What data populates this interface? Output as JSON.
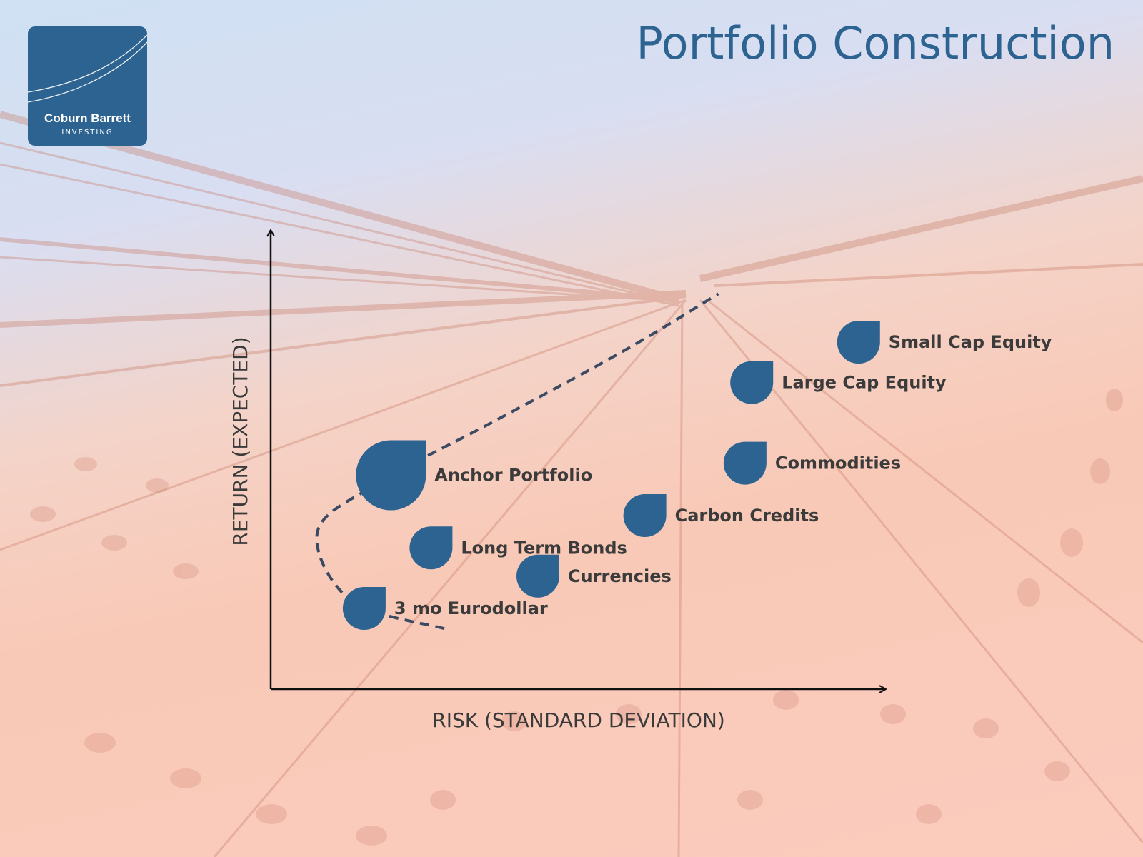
{
  "brand": {
    "name": "Coburn Barrett",
    "tagline": "INVESTING",
    "logo_color": "#2d6391"
  },
  "slide": {
    "title": "Portfolio Construction"
  },
  "colors": {
    "accent": "#2d6391",
    "frontier": "#3a4a63",
    "axis": "#111111"
  },
  "chart_data": {
    "type": "scatter",
    "title": "",
    "xlabel": "RISK (STANDARD DEVIATION)",
    "ylabel": "RETURN (EXPECTED)",
    "axis_ticks": "none",
    "grid": false,
    "marker": "teardrop",
    "series": [
      {
        "points": [
          {
            "label": "Small Cap Equity",
            "x": 8.8,
            "y": 8.6,
            "marker_size": "regular"
          },
          {
            "label": "Large Cap Equity",
            "x": 7.2,
            "y": 7.6,
            "marker_size": "regular"
          },
          {
            "label": "Commodities",
            "x": 7.1,
            "y": 5.6,
            "marker_size": "regular"
          },
          {
            "label": "Carbon Credits",
            "x": 5.6,
            "y": 4.3,
            "marker_size": "regular"
          },
          {
            "label": "Anchor Portfolio",
            "x": 1.8,
            "y": 5.3,
            "marker_size": "large"
          },
          {
            "label": "Long Term Bonds",
            "x": 2.4,
            "y": 3.5,
            "marker_size": "regular"
          },
          {
            "label": "Currencies",
            "x": 4.0,
            "y": 2.8,
            "marker_size": "regular"
          },
          {
            "label": "3 mo Eurodollar",
            "x": 1.4,
            "y": 2.0,
            "marker_size": "regular"
          }
        ]
      }
    ],
    "frontier_line": {
      "style": "dashed",
      "points": [
        [
          2.6,
          1.5
        ],
        [
          1.2,
          2.2
        ],
        [
          0.7,
          3.9
        ],
        [
          1.6,
          5.1
        ],
        [
          3.3,
          6.6
        ],
        [
          5.3,
          8.4
        ],
        [
          6.7,
          9.8
        ]
      ]
    }
  }
}
